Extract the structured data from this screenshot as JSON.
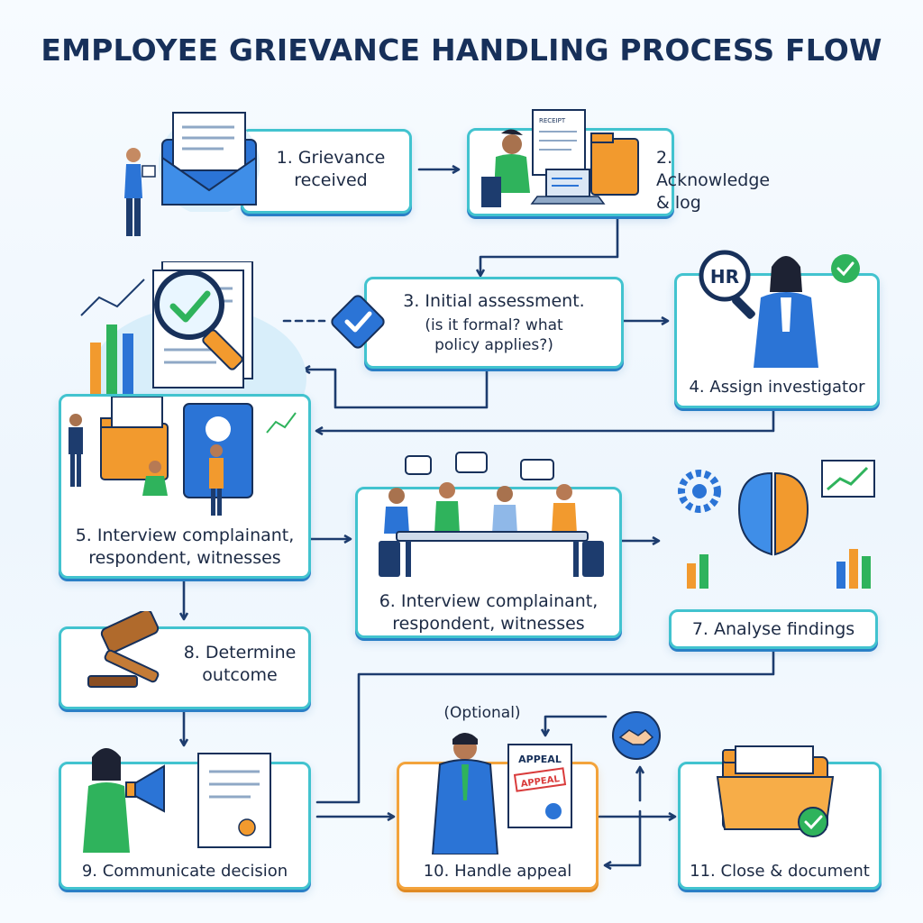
{
  "title": "EMPLOYEE GRIEVANCE HANDLING PROCESS FLOW",
  "steps": [
    {
      "id": 1,
      "text": "1. Grievance received"
    },
    {
      "id": 2,
      "text": "2. Acknowledge & log"
    },
    {
      "id": 3,
      "text": "3. Initial assessment.",
      "sub": "(is it formal? what policy applies?)"
    },
    {
      "id": 4,
      "text": "4. Assign investigator"
    },
    {
      "id": 5,
      "text": "5. Interview complainant, respondent, witnesses"
    },
    {
      "id": 6,
      "text": "6. Interview complainant, respondent, witnesses"
    },
    {
      "id": 7,
      "text": "7. Analyse findings"
    },
    {
      "id": 8,
      "text": "8. Determine outcome"
    },
    {
      "id": 9,
      "text": "9. Communicate decision"
    },
    {
      "id": 10,
      "text": "10. Handle appeal",
      "note": "(Optional)"
    },
    {
      "id": 11,
      "text": "11. Close & document"
    }
  ],
  "icons": {
    "receipt_heading": "RECEIPT",
    "hr_badge": "HR",
    "appeal_doc": "APPEAL",
    "appeal_stamp": "APPEAL"
  },
  "colors": {
    "box_border": "#42c3cf",
    "optional_border": "#f3a33b",
    "arrow": "#1d3c6e",
    "title": "#17305a"
  }
}
